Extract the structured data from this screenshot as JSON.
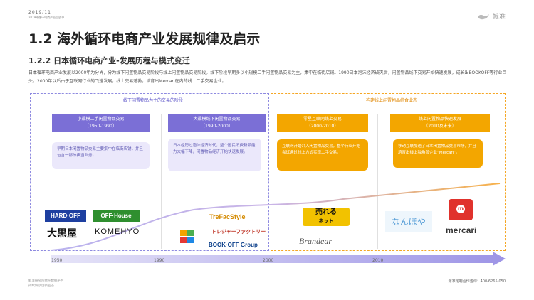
{
  "header": {
    "date": "2019/11",
    "subtitle": "2019年循环电商产业白皮书",
    "logo_text": "鲸准"
  },
  "title": "1.2 海外循环电商产业发展规律及启示",
  "subtitle": "1.2.2 日本循环电商产业-发展历程与模式变迁",
  "intro": "日本循环电商产业发展以2000年为分界，分为线下闲置物品交易阶段与线上闲置物品交易阶段。线下阶段早期多以小规模二手闲置物品交易为主，集中在临街店铺。1990日本泡沫经济破灭后，闲置物品线下交易开始快速发展，成长出BOOKOFF等行业巨头。2000年以后由于互联网行业的飞速发展，线上交易蓬勃，培育出Mercari在内的线上二手交易企业。",
  "regions": {
    "left_label": "线下闲置物品为主的交易的阶段",
    "right_label": "构建线上闲置物品综合业态"
  },
  "stages": [
    {
      "title": "小规模二手闲置物品交易",
      "period": "（1950-1990）",
      "desc": "早期日本闲置物品交易主要集中在临街店铺，并且包含一部分典当业务。"
    },
    {
      "title": "大规模线下闲置物品交易",
      "period": "（1990-2000）",
      "desc": "日本经历过泡沫经济时代，整个国民消费新品能力大幅下降，闲置物品经济开始快速发展。"
    },
    {
      "title": "零星互联网线上交易",
      "period": "（2000-2010）",
      "desc": "互联网开始介入闲置物品交易，整个行业开始尝试通过线上方式实现二手交易。"
    },
    {
      "title": "线上闲置物品快速发展",
      "period": "（2010及未来）",
      "desc": "移动互联加速了日本闲置物品交易市场，并且培育出线上独角兽企业“Mercari”。"
    }
  ],
  "brands": {
    "hardoff": "HARD·OFF",
    "offhouse": "OFF·House",
    "daikokuya": "大黒屋",
    "komehyo": "KOMEHYO",
    "trefac": "TreFacStyle",
    "toreta": "トレジャーファクトリー",
    "bookoff": "BOOK·OFF Group",
    "ureru": "売れる",
    "ureru_sub": "ネット",
    "brandear": "Brandear",
    "nanboya": "なんぼや",
    "mercari": "mercari"
  },
  "axis": {
    "ticks": [
      "1950",
      "1990",
      "2000",
      "2010"
    ]
  },
  "footer": {
    "left_line1": "鲸准研究院依托数据平台",
    "left_line2": "持续解读创新业态",
    "right": "鲸准定制合作咨询：400-6265-050"
  },
  "colors": {
    "purple": "#7b6fd6",
    "orange": "#f3a600"
  }
}
